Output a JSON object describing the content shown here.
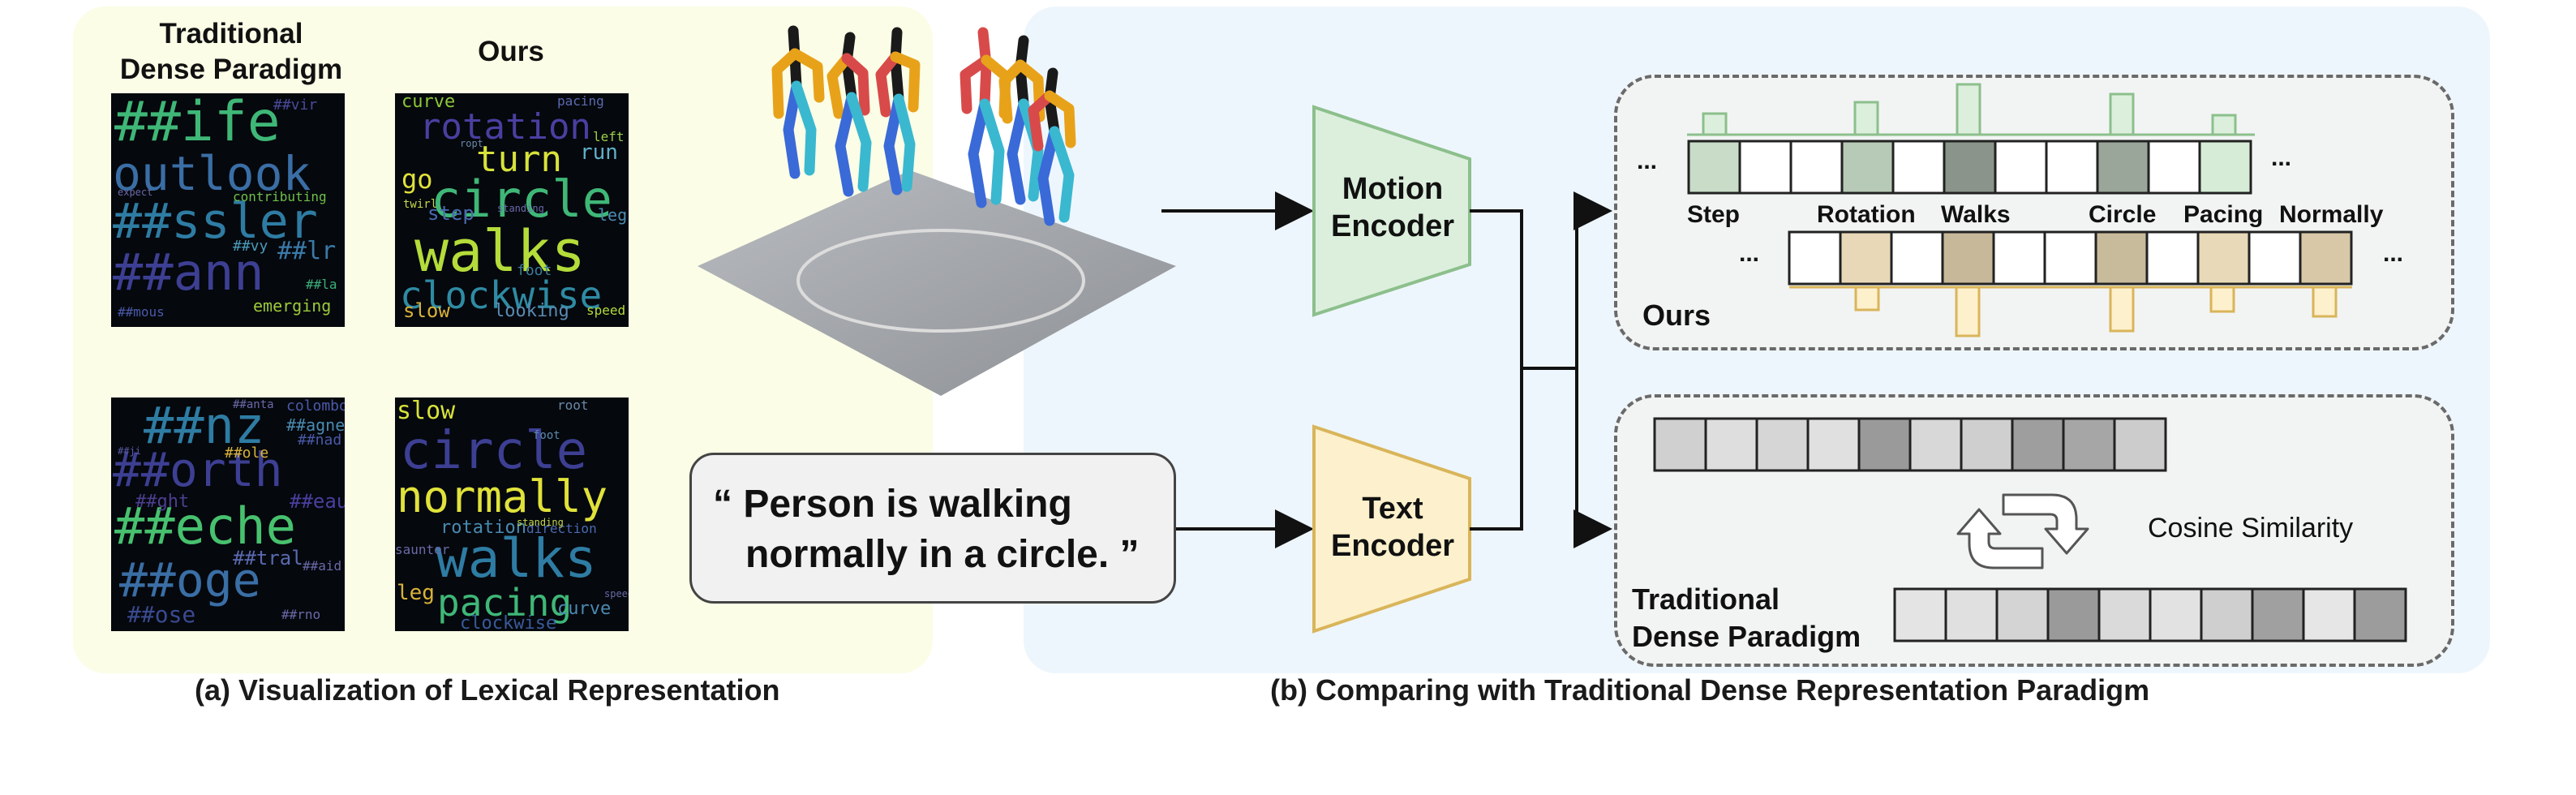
{
  "panel_a": {
    "caption": "(a) Visualization of  Lexical Representation",
    "col_traditional": [
      "Traditional",
      "Dense Paradigm"
    ],
    "col_ours": "Ours",
    "clouds": {
      "traditional_top": [
        "##ife",
        "outlook",
        "##ssler",
        "##ann",
        "##vir",
        "contributing",
        "##vy",
        "##lr",
        "emerging",
        "##mous",
        "expect",
        "##la"
      ],
      "ours_top": [
        "rotation",
        "turn",
        "circle",
        "walks",
        "clockwise",
        "curve",
        "pacing",
        "go",
        "run",
        "left",
        "step",
        "leg",
        "foot",
        "slow",
        "looking",
        "speed",
        "twirl",
        "ropt",
        "standing"
      ],
      "traditional_bottom": [
        "##nz",
        "##orth",
        "##eche",
        "##oge",
        "##anta",
        "colombo",
        "##agne",
        "##nad",
        "##ole",
        "##eaux",
        "##ght",
        "##tral",
        "##rno",
        "##aid",
        "##ose",
        "##ji"
      ],
      "ours_bottom": [
        "slow",
        "circle",
        "normally",
        "rotation",
        "walks",
        "pacing",
        "direction",
        "clockwise",
        "root",
        "foot",
        "curve",
        "leg",
        "saunter",
        "standing",
        "speed"
      ]
    }
  },
  "panel_b": {
    "caption": "(b) Comparing with Traditional Dense Representation Paradigm",
    "quote_text": "“ Person is walking\n   normally in a circle. ”",
    "motion_encoder": [
      "Motion",
      "Encoder"
    ],
    "text_encoder": [
      "Text",
      "Encoder"
    ],
    "ours_label": "Ours",
    "ours_words": [
      "Step",
      "Rotation",
      "Walks",
      "Circle",
      "Pacing",
      "Normally"
    ],
    "ellipsis": "...",
    "cosine_label": "Cosine Similarity",
    "traditional_label": [
      "Traditional",
      "Dense Paradigm"
    ]
  },
  "colors": {
    "panel_a_bg": "#fbfde6",
    "panel_b_bg": "#eef6fd",
    "motion_fill": "#dcefdc",
    "motion_stroke": "#8cbf8c",
    "text_fill": "#fdf0cc",
    "text_stroke": "#d9b55a"
  }
}
